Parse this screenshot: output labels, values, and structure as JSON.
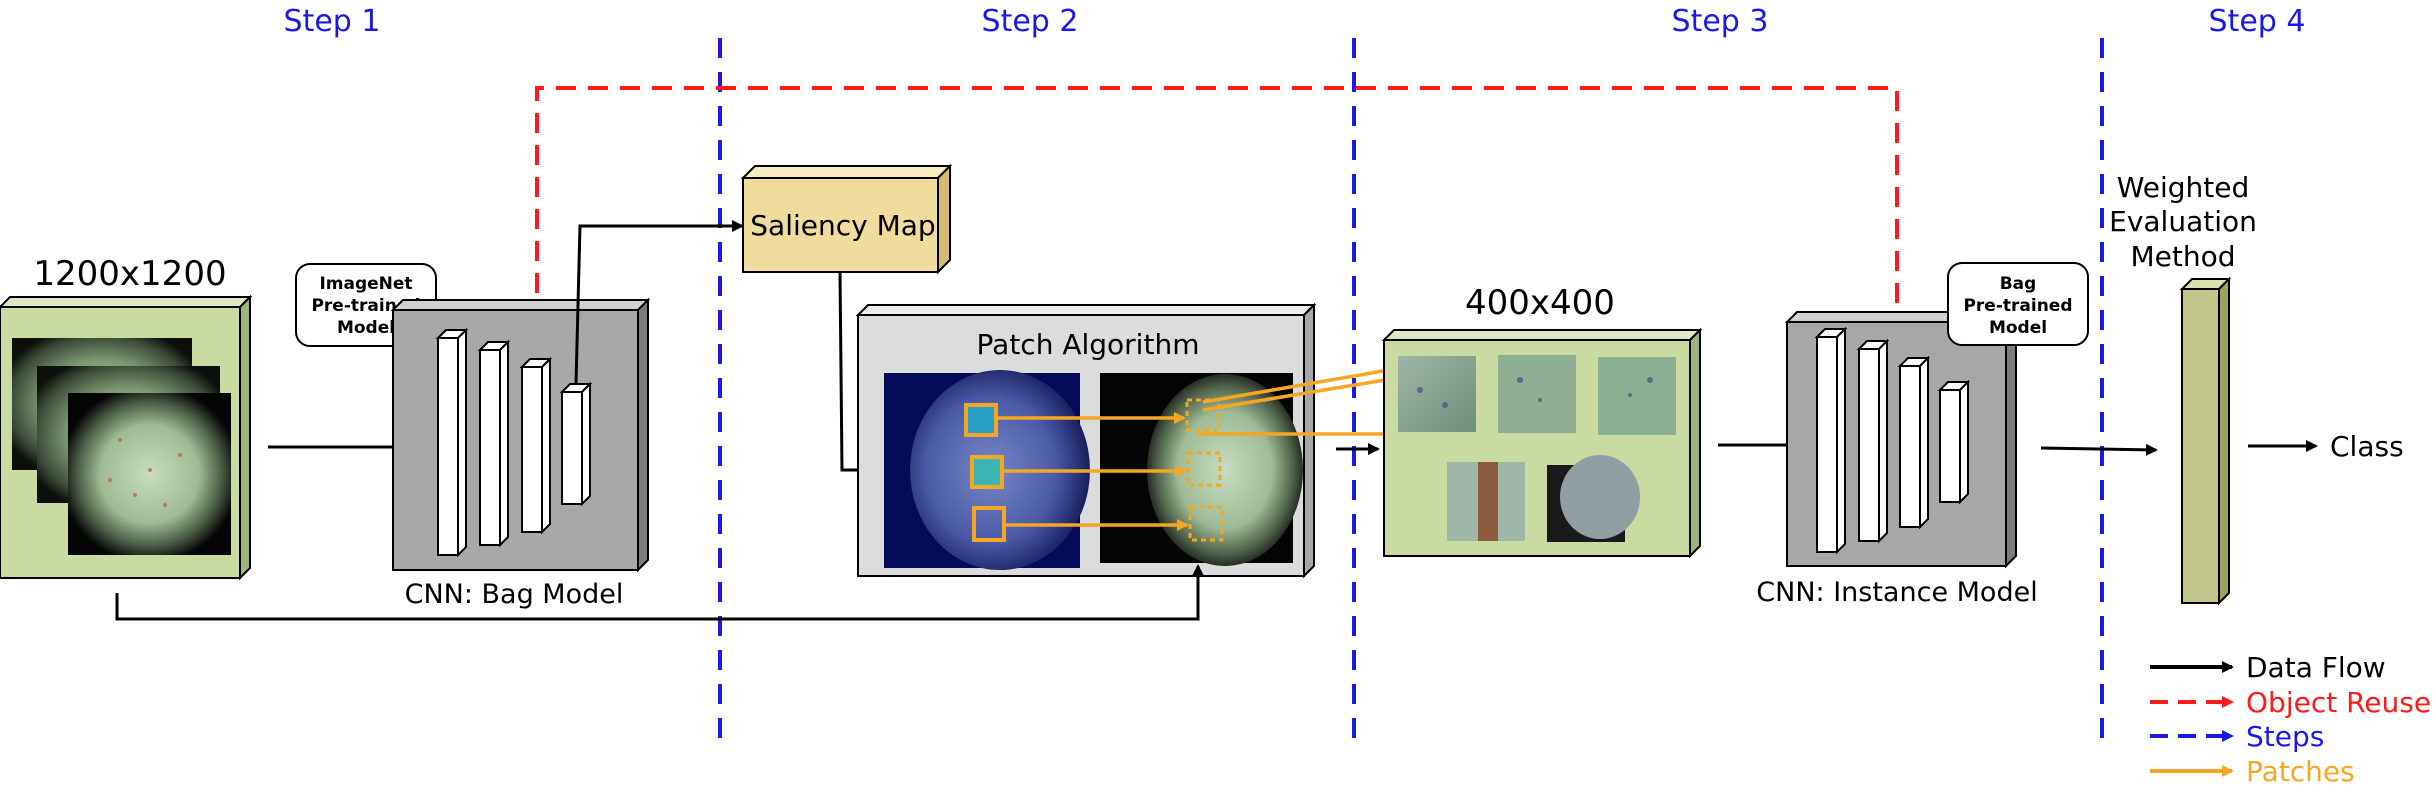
{
  "steps": [
    "Step 1",
    "Step 2",
    "Step 3",
    "Step 4"
  ],
  "input_size": "1200x1200",
  "imagenet_badge": [
    "ImageNet",
    "Pre-trained",
    "Model"
  ],
  "bag_model_label": "CNN: Bag Model",
  "saliency_label": "Saliency Map",
  "patch_algorithm_label": "Patch Algorithm",
  "patch_size": "400x400",
  "bag_badge": [
    "Bag",
    "Pre-trained",
    "Model"
  ],
  "instance_model_label": "CNN: Instance Model",
  "weighted_label": [
    "Weighted",
    "Evaluation",
    "Method"
  ],
  "class_label": "Class",
  "legend": [
    {
      "label": "Data Flow",
      "color": "#000000",
      "style": "solid"
    },
    {
      "label": "Object Reuse",
      "color": "#ff1a1a",
      "style": "dashed"
    },
    {
      "label": "Steps",
      "color": "#1a1ae6",
      "style": "dashed"
    },
    {
      "label": "Patches",
      "color": "#f5a623",
      "style": "solid"
    }
  ],
  "colors": {
    "step_blue": "#1a1ae6",
    "reuse_red": "#ff1a1a",
    "patch_orange": "#f5a623",
    "panel_green": "#c9dba0",
    "cnn_gray": "#a8a8a8",
    "saliency_yellow": "#f0dc9c",
    "weighted_olive": "#c2c68a"
  }
}
